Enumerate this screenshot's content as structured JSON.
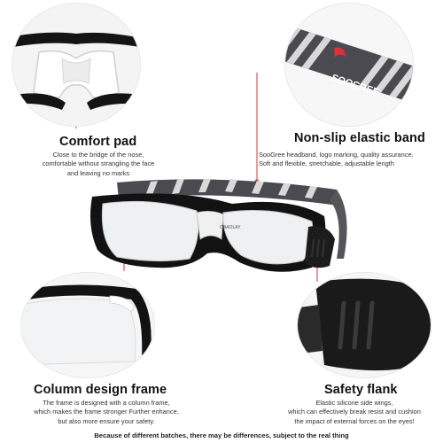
{
  "features": {
    "comfort_pad": {
      "title": "Comfort pad",
      "lines": [
        "Close to the bridge of the nose,",
        "comfortable without strangling the face",
        "and leaving no marks"
      ]
    },
    "elastic_band": {
      "title": "Non-slip elastic band",
      "lines": [
        "SooGree headband, logo marking, quality assurance.",
        "Soft and flexible, stretchable, adjustable length"
      ],
      "band_logo": "SOOGREE"
    },
    "column_frame": {
      "title": "Column design frame",
      "lines": [
        "The frame is designed with a column frame,",
        "which makes the frame stronger Further enhance,",
        "but also more ensure your safety."
      ]
    },
    "safety_flank": {
      "title": "Safety flank",
      "lines": [
        "Elastic silicone side wings,",
        "which can effectively break resist and cushion",
        "the impact of external forces on the eyes!"
      ]
    }
  },
  "product": {
    "lens_logo": "OBAOLAY"
  },
  "footer": "Because of different batches, there may be differences, subject to the real thing",
  "colors": {
    "frame": "#121212",
    "accent_red": "#e0303a",
    "band_gray": "#4a4a50",
    "band_stripe": "#d9d9d9"
  }
}
